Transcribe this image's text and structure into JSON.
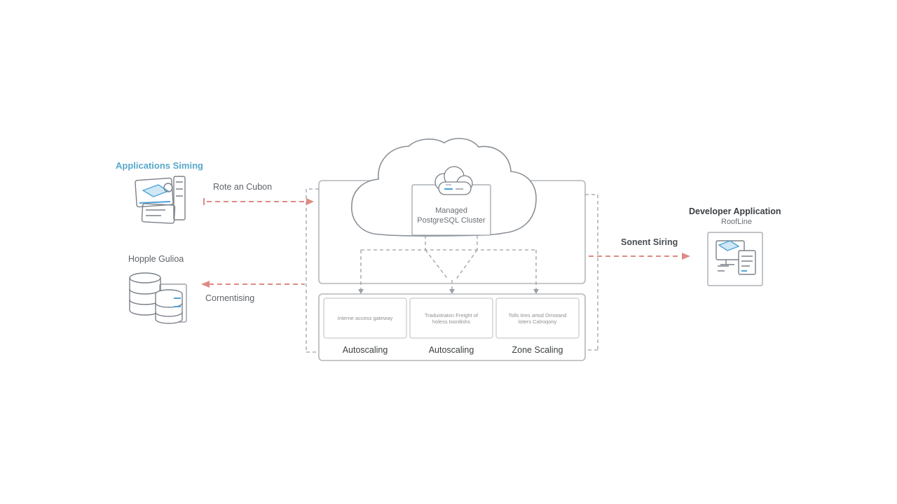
{
  "colors": {
    "accent_blue": "#58a8cb",
    "arrow_red": "#dd8b84",
    "line_gray": "#9aa0a6",
    "box_border": "#b3b7bb"
  },
  "left_top": {
    "title": "Applications Siming",
    "icon": "application-servers-icon",
    "arrow_label": "Rote an Cubon"
  },
  "left_bottom": {
    "title": "Hopple Gulioa",
    "icon": "database-stack-icon",
    "arrow_label": "Cornentising"
  },
  "cloud_cluster": {
    "label_line1": "Managed",
    "label_line2": "PostgreSQL Cluster"
  },
  "scaling_panel": {
    "cells": [
      {
        "note": "Interne access gateway",
        "label": "Autoscaling"
      },
      {
        "note": "Tradustraton Freight of holess toordishs",
        "label": "Autoscaling"
      },
      {
        "note": "Tolls tires artod Omstand loters Calroqony",
        "label": "Zone Scaling"
      }
    ]
  },
  "right": {
    "arrow_label": "Sonent Siring",
    "title_line1": "Developer Application",
    "title_line2": "RoofLine",
    "icon": "developer-workstation-icon"
  }
}
